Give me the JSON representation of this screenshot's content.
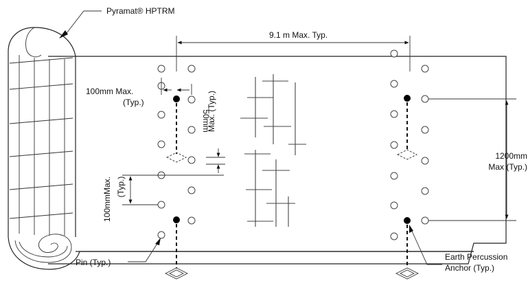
{
  "labels": {
    "product": "Pyramat® HPTRM",
    "spacing_max": "9.1 m  Max. Typ.",
    "pin_offset_line1": "100mm  Max.",
    "pin_offset_line2": "(Typ.)",
    "pin_gap_line1": "50mm",
    "pin_gap_line2": "Max. (Typ.)",
    "pin_row_line1": "100mmMax.",
    "pin_row_line2": "(Typ.)",
    "anchor_spacing_line1": "1200mm",
    "anchor_spacing_line2": "Max (Typ.)",
    "pin_callout": "Pin (Typ.)",
    "anchor_callout_line1": "Earth Percussion",
    "anchor_callout_line2": "Anchor (Typ.)"
  }
}
